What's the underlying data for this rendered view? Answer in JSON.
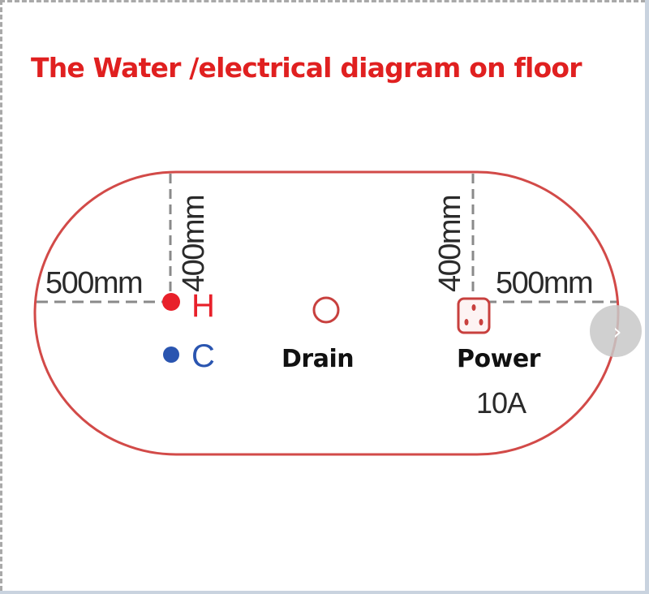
{
  "title": "The Water /electrical diagram on floor",
  "colors": {
    "title": "#e02020",
    "outline": "#d24a48",
    "hot": "#e8202a",
    "cold": "#2a55b0",
    "dimension_line": "#8a8a8a",
    "text": "#111111"
  },
  "diagram": {
    "shape": "stadium",
    "left_dimensions": {
      "horizontal": "500mm",
      "vertical": "400mm"
    },
    "right_dimensions": {
      "horizontal": "500mm",
      "vertical": "400mm"
    },
    "hot_water": {
      "label": "H",
      "icon": "red-dot-icon"
    },
    "cold_water": {
      "label": "C",
      "icon": "blue-dot-icon"
    },
    "drain": {
      "label": "Drain",
      "icon": "circle-outline-icon"
    },
    "power": {
      "label": "Power",
      "rating": "10A",
      "icon": "socket-icon"
    }
  },
  "navigation": {
    "next_icon": "›"
  }
}
